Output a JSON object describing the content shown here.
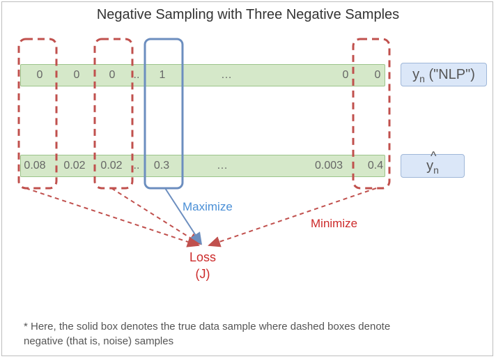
{
  "title": "Negative Sampling with Three Negative Samples",
  "row_true": [
    "0",
    "0",
    "0",
    "1",
    "…",
    "0",
    "0"
  ],
  "row_pred": [
    "0.08",
    "0.02",
    "0.02",
    "0.3",
    "…",
    "0.003",
    "0.4"
  ],
  "ellipsis": "..",
  "label_true": {
    "main": "y",
    "sub": "n",
    "rest": " (\"NLP\")"
  },
  "label_pred": {
    "main": "y",
    "sub": "n",
    "hat": "^"
  },
  "maximize": "Maximize",
  "minimize": "Minimize",
  "loss_line1": "Loss",
  "loss_line2": "(J)",
  "footnote": "* Here, the solid box denotes the true data sample where dashed boxes denote negative (that is, noise) samples",
  "colors": {
    "dashed_box": "#c0504d",
    "solid_box": "#6c8ebf",
    "bar_fill": "#d5e8c9",
    "label_fill": "#dbe7f8"
  }
}
